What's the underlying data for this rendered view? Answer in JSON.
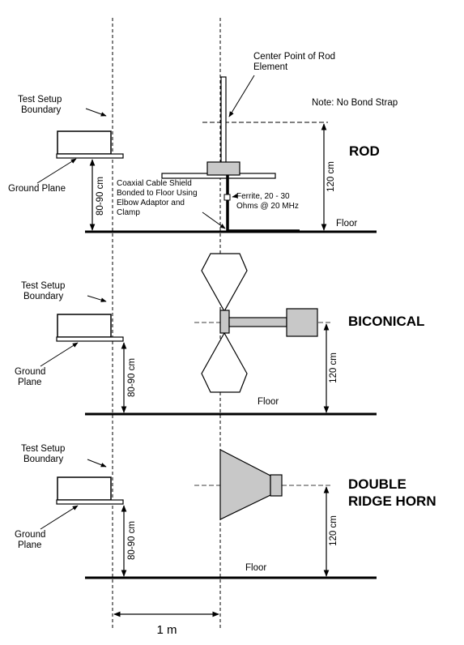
{
  "rod_section": {
    "title": "ROD",
    "center_point_label": [
      "Center Point of Rod",
      "Element"
    ],
    "note": "Note: No Bond Strap",
    "boundary_label": [
      "Test Setup",
      "Boundary"
    ],
    "ground_plane_label": "Ground Plane",
    "height_table": "80-90 cm",
    "height_antenna": "120 cm",
    "coax_label": [
      "Coaxial Cable Shield",
      "Bonded to Floor Using",
      "Elbow Adaptor and",
      "Clamp"
    ],
    "ferrite_label": [
      "Ferrite, 20 - 30",
      "Ohms @ 20 MHz"
    ],
    "floor_label": "Floor"
  },
  "biconical_section": {
    "title": "BICONICAL",
    "boundary_label": [
      "Test Setup",
      "Boundary"
    ],
    "ground_plane_label": [
      "Ground",
      "Plane"
    ],
    "height_table": "80-90 cm",
    "height_antenna": "120 cm",
    "floor_label": "Floor"
  },
  "horn_section": {
    "title": [
      "DOUBLE",
      "RIDGE HORN"
    ],
    "boundary_label": [
      "Test Setup",
      "Boundary"
    ],
    "ground_plane_label": [
      "Ground",
      "Plane"
    ],
    "height_table": "80-90 cm",
    "height_antenna": "120 cm",
    "floor_label": "Floor"
  },
  "distance_label": "1 m"
}
